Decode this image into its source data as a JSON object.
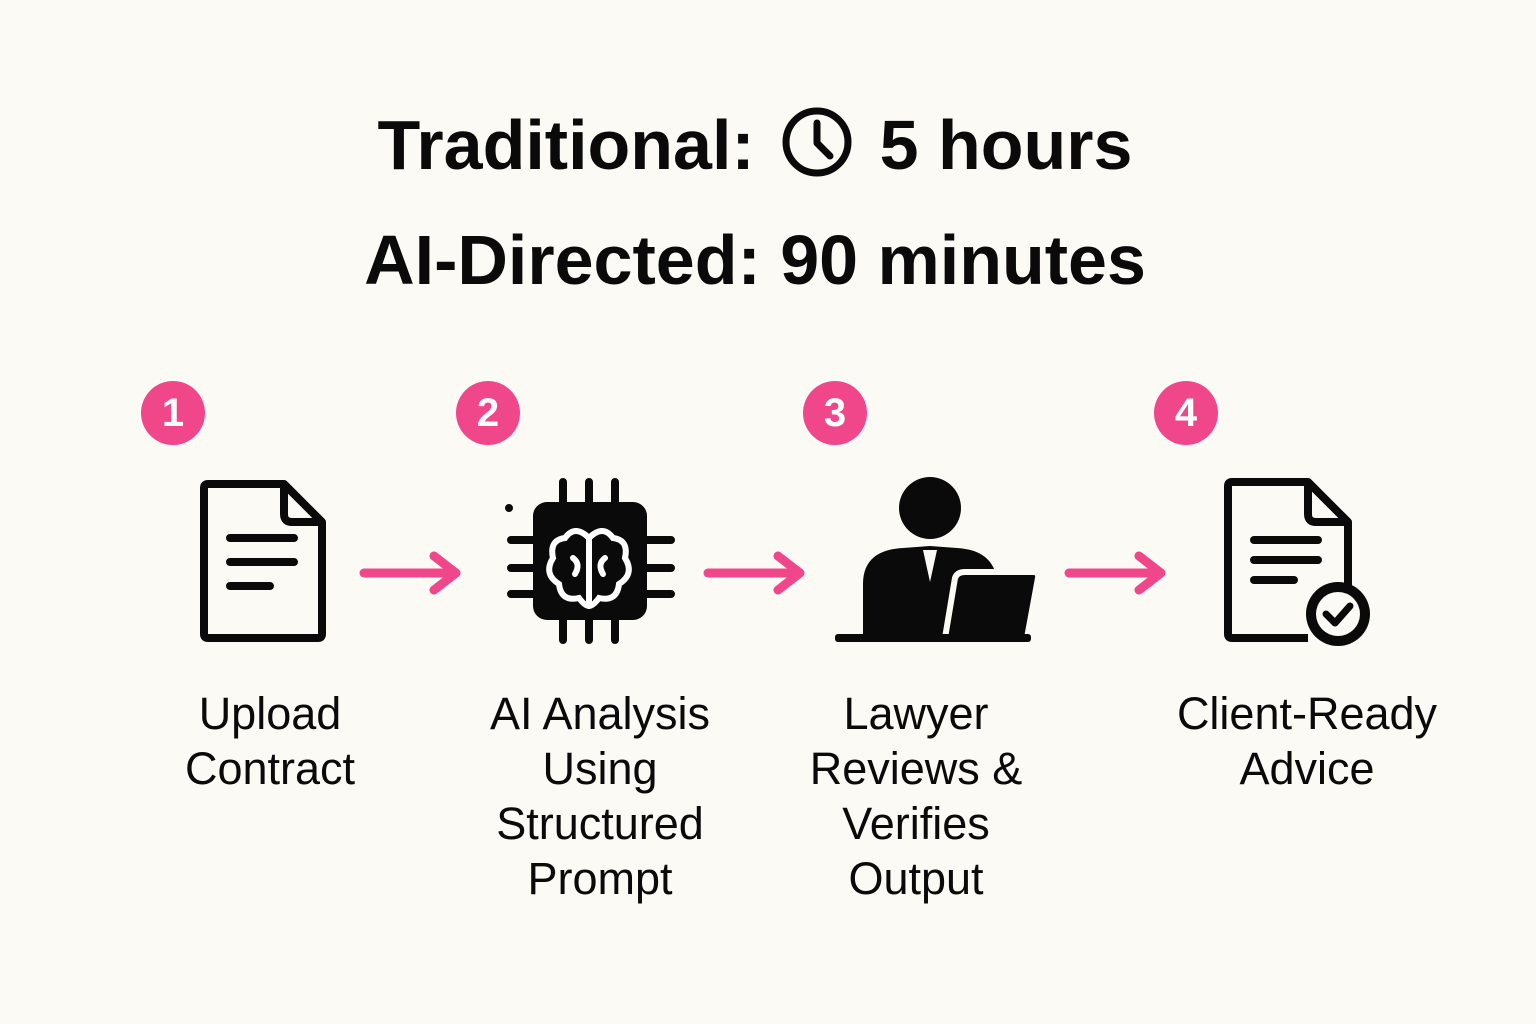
{
  "header": {
    "traditional_label": "Traditional:",
    "traditional_time": "5 hours",
    "ai_line": "AI-Directed: 90 minutes"
  },
  "colors": {
    "accent": "#f0468a",
    "background": "#fcfaf5",
    "ink": "#0a0a0a"
  },
  "steps": [
    {
      "number": "1",
      "icon": "document-icon",
      "label": "Upload Contract"
    },
    {
      "number": "2",
      "icon": "ai-chip-brain-icon",
      "label": "AI Analysis Using Structured Prompt"
    },
    {
      "number": "3",
      "icon": "lawyer-laptop-icon",
      "label": "Lawyer Reviews & Verifies Output"
    },
    {
      "number": "4",
      "icon": "document-check-icon",
      "label": "Client-Ready Advice"
    }
  ]
}
